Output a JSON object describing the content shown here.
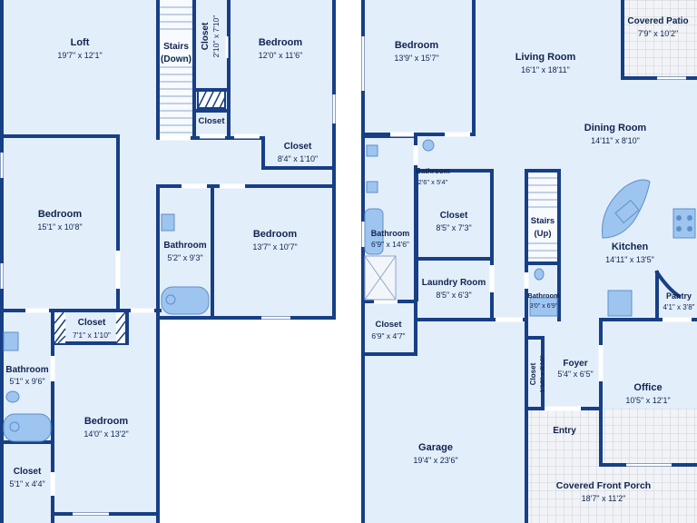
{
  "colors": {
    "wall": "#173f86",
    "floor": "#e3eefb",
    "fixture": "#9ec5ef",
    "label": "#10244f"
  },
  "upstairs": {
    "rooms": [
      {
        "id": "loft",
        "name": "Loft",
        "dim": "19'7\" x 12'1\""
      },
      {
        "id": "stairs-down",
        "name": "Stairs",
        "sub": "(Down)"
      },
      {
        "id": "closet-vert",
        "name": "Closet",
        "dim": "2'10\" x 7'10\""
      },
      {
        "id": "bedroom-ne",
        "name": "Bedroom",
        "dim": "12'0\" x 11'6\""
      },
      {
        "id": "closet-small",
        "name": "Closet"
      },
      {
        "id": "closet-hall",
        "name": "Closet",
        "dim": "8'4\" x 1'10\""
      },
      {
        "id": "bedroom-w",
        "name": "Bedroom",
        "dim": "15'1\" x 10'8\""
      },
      {
        "id": "bath-mid",
        "name": "Bathroom",
        "dim": "5'2\" x 9'3\""
      },
      {
        "id": "bedroom-e",
        "name": "Bedroom",
        "dim": "13'7\" x 10'7\""
      },
      {
        "id": "closet-mid",
        "name": "Closet",
        "dim": "7'1\" x 1'10\""
      },
      {
        "id": "bath-sw",
        "name": "Bathroom",
        "dim": "5'1\" x 9'6\""
      },
      {
        "id": "bedroom-s",
        "name": "Bedroom",
        "dim": "14'0\" x 13'2\""
      },
      {
        "id": "closet-sw",
        "name": "Closet",
        "dim": "5'1\" x 4'4\""
      }
    ]
  },
  "downstairs": {
    "rooms": [
      {
        "id": "bedroom-main",
        "name": "Bedroom",
        "dim": "13'9\" x 15'7\""
      },
      {
        "id": "living",
        "name": "Living Room",
        "dim": "16'1\" x 18'11\""
      },
      {
        "id": "patio",
        "name": "Covered Patio",
        "dim": "7'9\" x 10'2\""
      },
      {
        "id": "dining",
        "name": "Dining Room",
        "dim": "14'11\" x 8'10\""
      },
      {
        "id": "bath-small",
        "name": "Bathroom",
        "dim": "2'6\" x 5'4\""
      },
      {
        "id": "closet-walk",
        "name": "Closet",
        "dim": "8'5\" x 7'3\""
      },
      {
        "id": "bath-main",
        "name": "Bathroom",
        "dim": "6'9\" x 14'6\""
      },
      {
        "id": "stairs-up",
        "name": "Stairs",
        "sub": "(Up)"
      },
      {
        "id": "kitchen",
        "name": "Kitchen",
        "dim": "14'11\" x 13'5\""
      },
      {
        "id": "laundry",
        "name": "Laundry Room",
        "dim": "8'5\" x 6'3\""
      },
      {
        "id": "bath-half",
        "name": "Bathroom",
        "dim": "3'0\" x 6'9\""
      },
      {
        "id": "pantry",
        "name": "Pantry",
        "dim": "4'1\" x 3'8\""
      },
      {
        "id": "closet-gar",
        "name": "Closet",
        "dim": "6'9\" x 4'7\""
      },
      {
        "id": "foyer",
        "name": "Foyer",
        "dim": "5'4\" x 6'5\""
      },
      {
        "id": "office",
        "name": "Office",
        "dim": "10'5\" x 12'1\""
      },
      {
        "id": "closet-foyer",
        "name": "Closet",
        "dim": "1'10\" x 8'10\""
      },
      {
        "id": "entry",
        "name": "Entry"
      },
      {
        "id": "garage",
        "name": "Garage",
        "dim": "19'4\" x 23'6\""
      },
      {
        "id": "porch",
        "name": "Covered Front Porch",
        "dim": "18'7\" x 11'2\""
      }
    ]
  }
}
